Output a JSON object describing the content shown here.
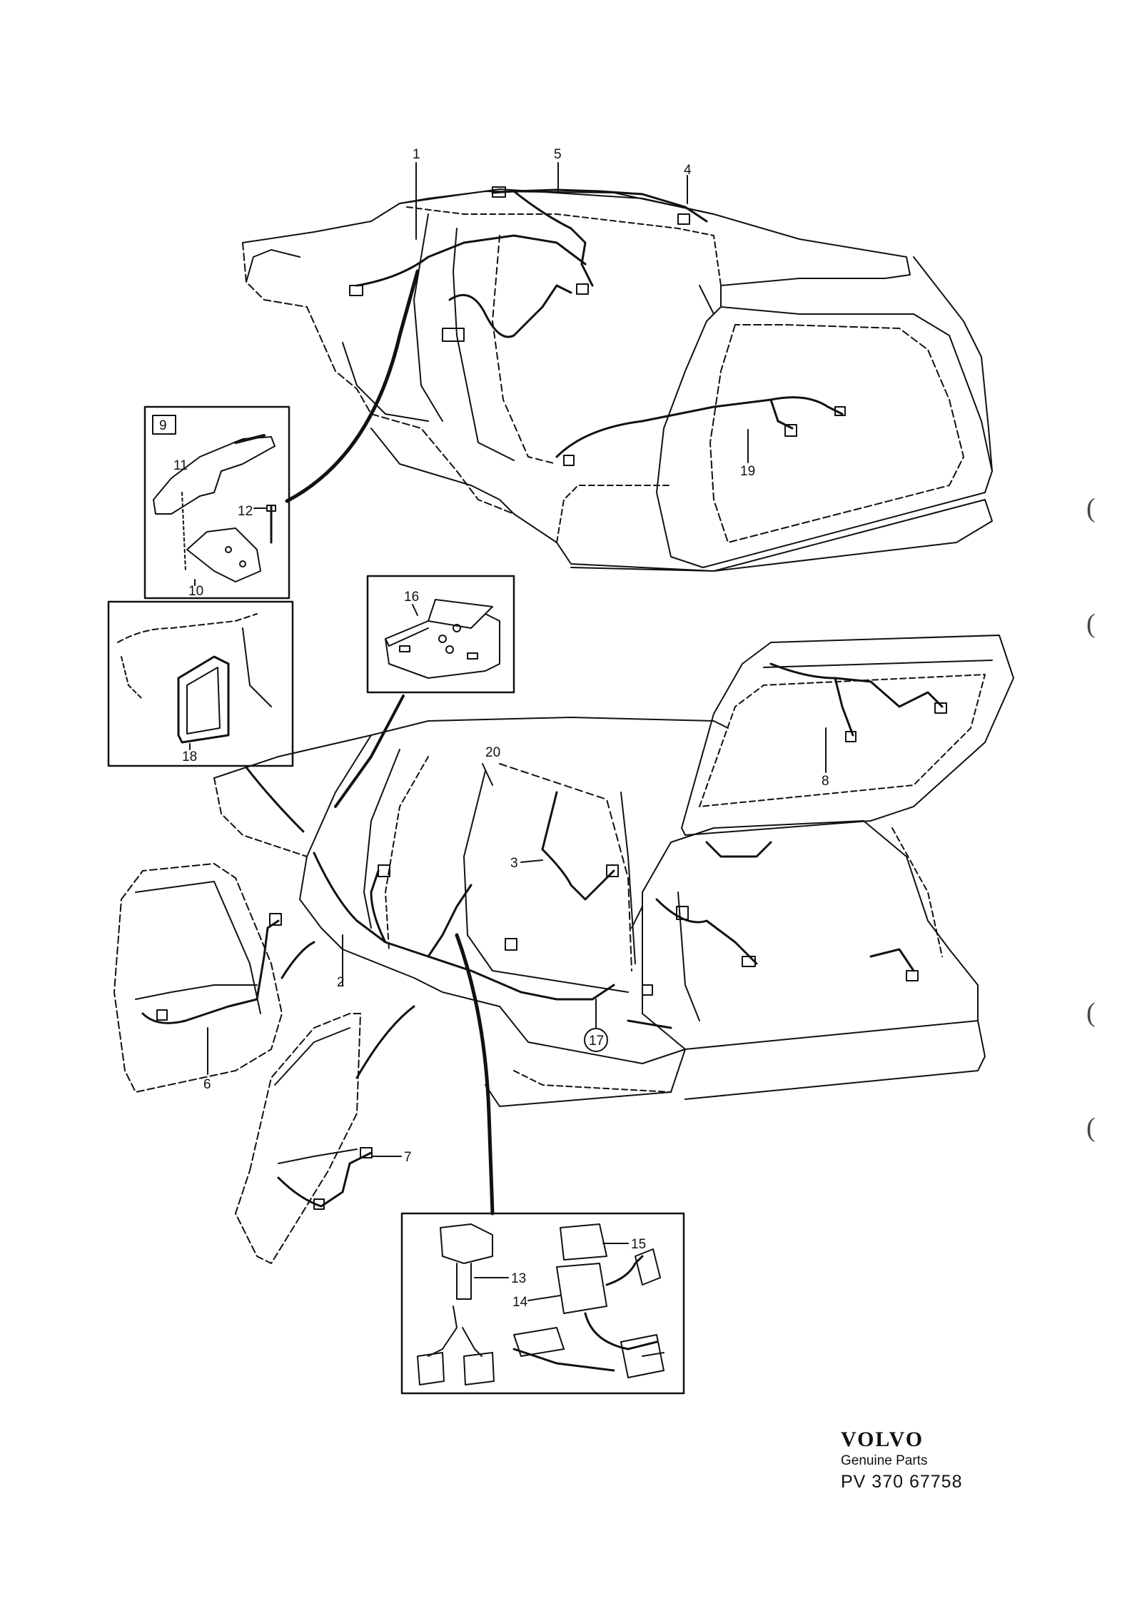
{
  "diagram": {
    "callouts": [
      "1",
      "2",
      "3",
      "4",
      "5",
      "6",
      "7",
      "8",
      "9",
      "10",
      "11",
      "12",
      "13",
      "14",
      "15",
      "16",
      "17",
      "18",
      "19",
      "20"
    ]
  },
  "footer": {
    "brand": "VOLVO",
    "subtitle": "Genuine Parts",
    "code": "PV 370 67758"
  },
  "margin_marks": [
    "(",
    "(",
    "(",
    "("
  ]
}
